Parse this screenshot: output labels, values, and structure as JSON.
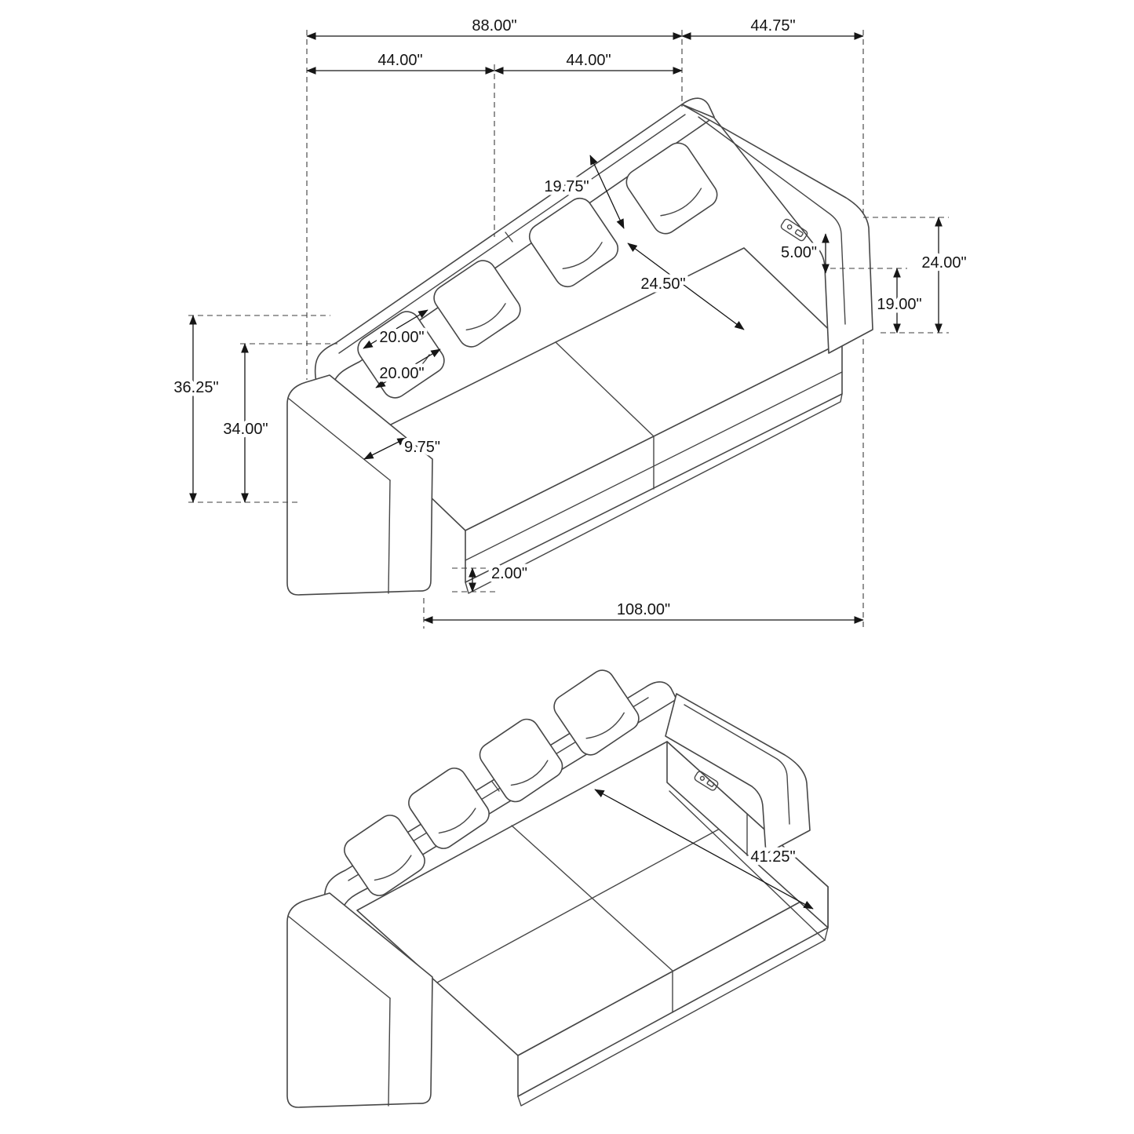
{
  "top_view": {
    "labels": {
      "back_total": "88.00\"",
      "chaise": "44.75\"",
      "seat_a": "44.00\"",
      "seat_b": "44.00\"",
      "back_cushion": "19.75\"",
      "arm_above_seat": "5.00\"",
      "seat_depth": "24.50\"",
      "total_height_right": "24.00\"",
      "seat_height": "19.00\"",
      "back_height": "36.25\"",
      "arm_height": "34.00\"",
      "pillow_w": "20.00\"",
      "pillow_h": "20.00\"",
      "arm_width": "9.75\"",
      "leg_height": "2.00\"",
      "overall_length": "108.00\""
    }
  },
  "bed_view": {
    "labels": {
      "sleeper_depth": "41.25\""
    }
  }
}
